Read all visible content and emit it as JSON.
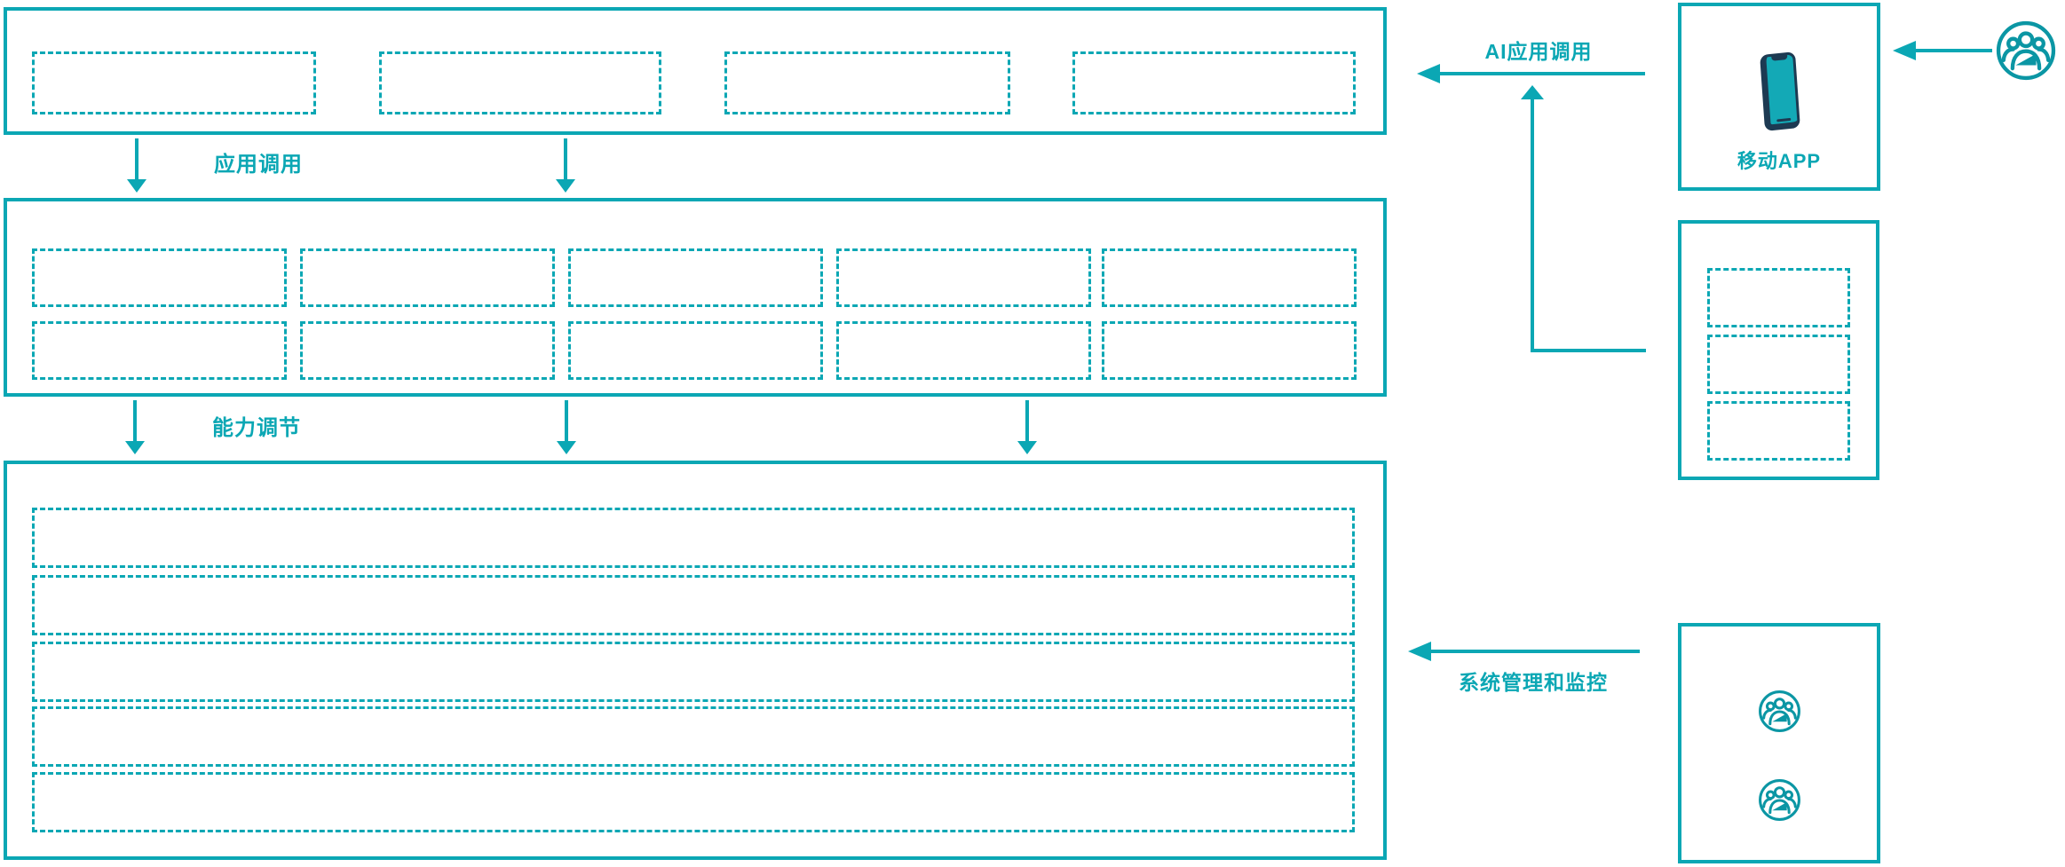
{
  "colors": {
    "accent": "#0ba7b4",
    "icon_teal": "#0b96a4",
    "phone_screen": "#13a9b6",
    "phone_frame": "#1d3a52"
  },
  "labels": {
    "app_call": "应用调用",
    "capability_adjust": "能力调节",
    "ai_app_call": "AI应用调用",
    "system_monitor": "系统管理和监控",
    "mobile_app": "移动APP"
  },
  "structure": {
    "application_layer_placeholders": 4,
    "capability_layer_placeholders": {
      "rows": 2,
      "cols": 5
    },
    "platform_layer_placeholders": 5,
    "mobile_side_placeholders": 3,
    "admin_user_icons": 2,
    "icons": {
      "mobile_app": "mobile-phone-icon",
      "end_user": "user-group-icon",
      "admins": [
        "user-group-icon",
        "user-group-icon"
      ]
    }
  }
}
